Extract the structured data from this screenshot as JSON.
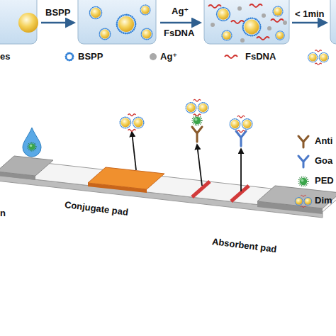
{
  "diagram": {
    "labels": [
      "BSPP",
      "Ag⁺",
      "FsDNA",
      "< 1min",
      "n",
      "Conjugate pad",
      "Absorbent pad"
    ],
    "legend": [
      {
        "text": "es"
      },
      {
        "text": "BSPP"
      },
      {
        "text": "Ag⁺"
      },
      {
        "text": "FsDNA"
      },
      {
        "text": "Anti"
      },
      {
        "text": "Goa"
      },
      {
        "text": "PED"
      },
      {
        "text": "Dim"
      }
    ]
  }
}
